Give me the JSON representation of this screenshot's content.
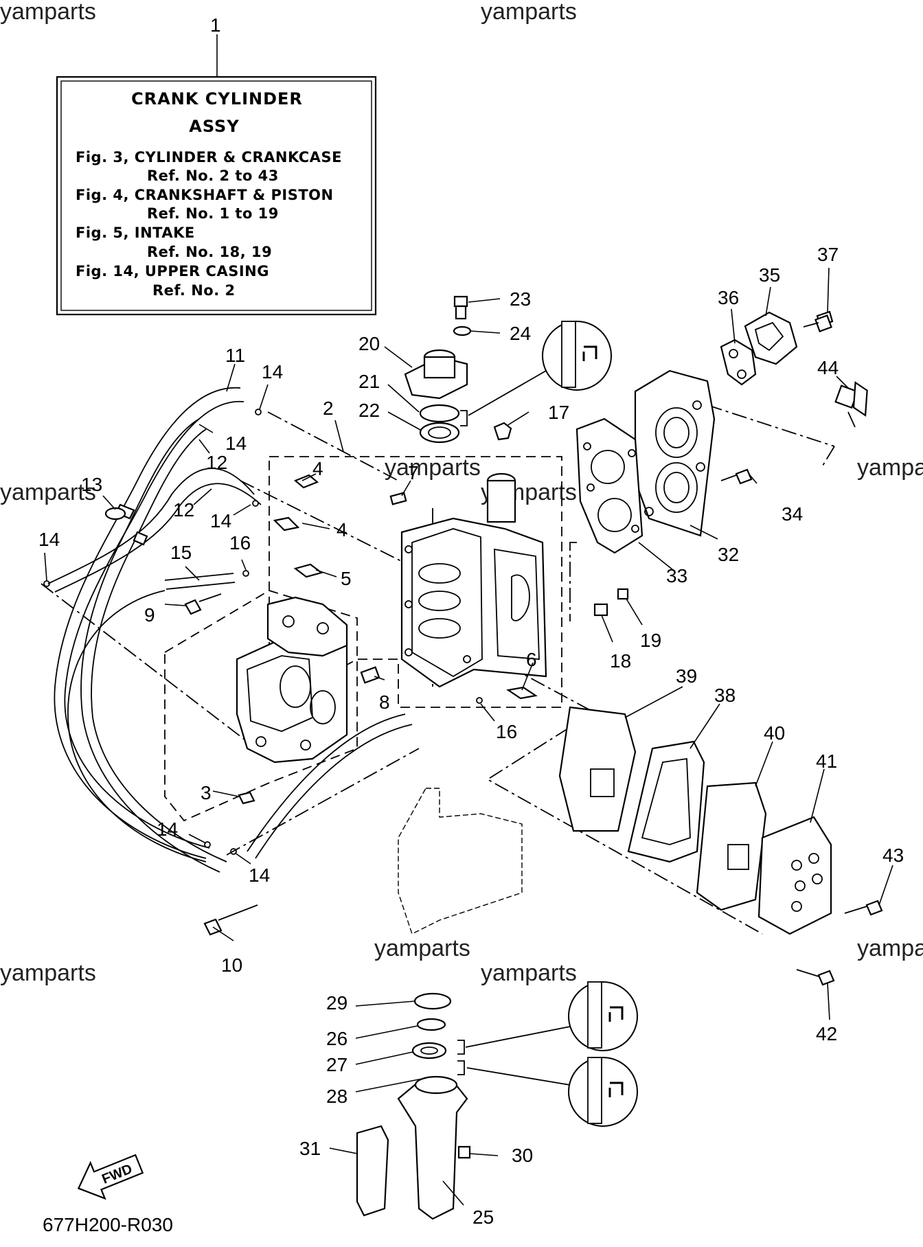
{
  "watermarks": [
    "yamparts",
    "yamparts",
    "yamparts",
    "yamparts",
    "yamparts",
    "yamparts",
    "yamparts",
    "yamparts",
    "yamparts",
    "yamparts",
    "yamparts"
  ],
  "info_box": {
    "ref": "1",
    "title_line1": "CRANK  CYLINDER",
    "title_line2": "ASSY",
    "lines": [
      "Fig. 3, CYLINDER & CRANKCASE",
      "Ref. No. 2 to 43",
      "Fig. 4, CRANKSHAFT & PISTON",
      "Ref. No. 1 to 19",
      "Fig. 5, INTAKE",
      "Ref. No. 18, 19",
      "Fig. 14, UPPER CASING",
      "Ref. No. 2"
    ]
  },
  "callouts": [
    "2",
    "3",
    "4",
    "4",
    "5",
    "6",
    "7",
    "8",
    "9",
    "10",
    "11",
    "12",
    "12",
    "13",
    "14",
    "14",
    "14",
    "14",
    "14",
    "14",
    "15",
    "16",
    "16",
    "17",
    "18",
    "19",
    "20",
    "21",
    "22",
    "23",
    "24",
    "25",
    "26",
    "27",
    "28",
    "29",
    "30",
    "31",
    "32",
    "33",
    "34",
    "35",
    "36",
    "37",
    "38",
    "39",
    "40",
    "41",
    "42",
    "43",
    "44"
  ],
  "fwd_label": "FWD",
  "diagram_code": "677H200-R030"
}
